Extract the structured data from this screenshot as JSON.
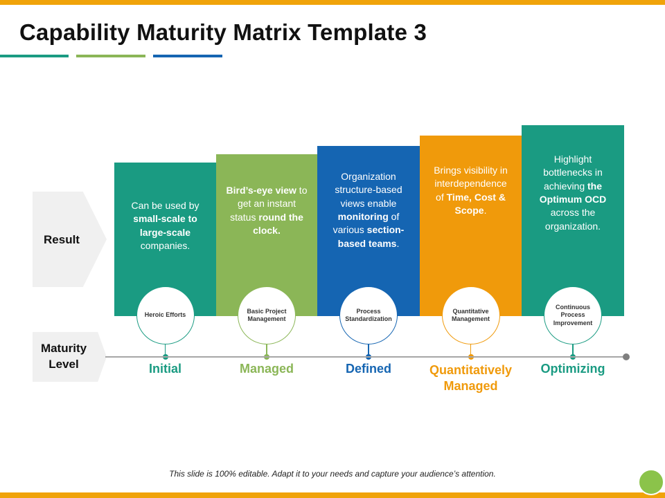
{
  "slide": {
    "title": "Capability Maturity Matrix Template 3",
    "footer": "This slide is 100% editable. Adapt it to your needs and capture your audience’s attention."
  },
  "colors": {
    "top_bar": "#f0a30a",
    "bottom_bar": "#f0a30a",
    "teal": "#1a9b82",
    "green": "#8bb657",
    "blue": "#1565b2",
    "orange": "#f09a0b",
    "teal2": "#1a9b82",
    "logo": "#8bc34a"
  },
  "sidebar": {
    "result_label": "Result",
    "maturity_label_line1": "Maturity",
    "maturity_label_line2": "Level"
  },
  "stages": [
    {
      "level": "Initial",
      "circle": "Heroic Efforts",
      "result": [
        {
          "t": "Can be used by ",
          "b": false
        },
        {
          "t": "small-scale to large-scale",
          "b": true
        },
        {
          "t": " companies.",
          "b": false
        }
      ]
    },
    {
      "level": "Managed",
      "circle": "Basic Project Management",
      "result": [
        {
          "t": "Bird’s-eye view",
          "b": true
        },
        {
          "t": " to get an instant status ",
          "b": false
        },
        {
          "t": "round the clock.",
          "b": true
        }
      ]
    },
    {
      "level": "Defined",
      "circle": "Process Standardization",
      "result": [
        {
          "t": "Organization structure-based views enable ",
          "b": false
        },
        {
          "t": "monitoring",
          "b": true
        },
        {
          "t": " of various ",
          "b": false
        },
        {
          "t": "section-based teams",
          "b": true
        },
        {
          "t": ".",
          "b": false
        }
      ]
    },
    {
      "level": "Quantitatively Managed",
      "circle": "Quantitative Management",
      "result": [
        {
          "t": "Brings visibility in interdependence of ",
          "b": false
        },
        {
          "t": "Time, Cost & Scope",
          "b": true
        },
        {
          "t": ".",
          "b": false
        }
      ]
    },
    {
      "level": "Optimizing",
      "circle": "Continuous Process Improvement",
      "result": [
        {
          "t": "Highlight bottlenecks in achieving ",
          "b": false
        },
        {
          "t": "the Optimum OCD",
          "b": true
        },
        {
          "t": " across the organization.",
          "b": false
        }
      ]
    }
  ]
}
